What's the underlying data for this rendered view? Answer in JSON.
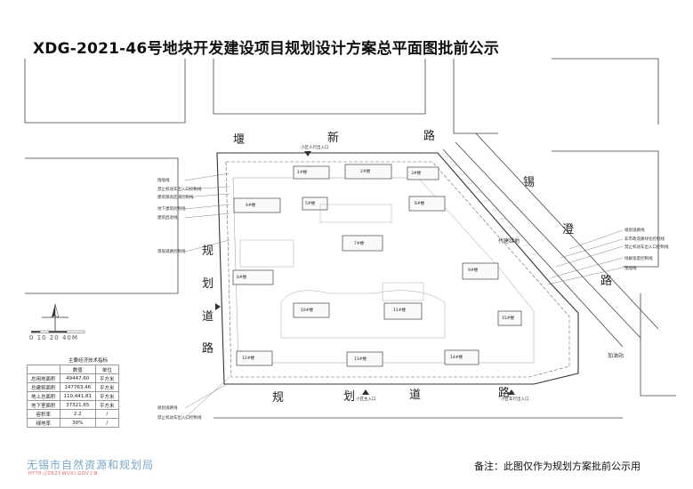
{
  "title": "XDG-2021-46号地块开发建设项目规划设计方案总平面图批前公示",
  "roads": {
    "north_1": "堰",
    "north_2": "新",
    "north_3": "路",
    "east_1": "锡",
    "east_2": "澄",
    "east_3": "路",
    "west_1": "规",
    "west_2": "划",
    "west_3": "道",
    "west_4": "路",
    "south_1": "规",
    "south_2": "划",
    "south_3": "道",
    "south_4": "路"
  },
  "callouts": {
    "green_belt": "代建绿地",
    "gas_station": "加油站",
    "l1": "围墙线",
    "l2": "禁止机动车出入口控制线",
    "l3": "建筑限高区域控制线",
    "l4": "地下建筑控制线",
    "l5": "建筑后退线",
    "l6": "规划道路线",
    "l7": "景观道路控制线",
    "l8": "禁止机动车出入口控制线",
    "r1": "规划道路线",
    "r2": "非市政道路绿化控制线",
    "r3": "禁止机动车出入口控制线",
    "r4": "绿廊宽度控制线",
    "r5": "围墙线",
    "entry_n": "小区人行出入口",
    "entry_s1": "小区主入口",
    "entry_s2": "小区车行出入口"
  },
  "buildings": [
    "1#楼",
    "2#楼",
    "3#楼",
    "4#楼",
    "5#楼",
    "6#楼",
    "7#楼",
    "8#楼",
    "9#楼",
    "10#楼",
    "11#楼",
    "12#楼",
    "13#楼",
    "14#楼",
    "15#楼"
  ],
  "scale_bar": "0 10 20 40M",
  "table": {
    "title": "主要经济技术指标",
    "headers": [
      "",
      "数值",
      "单位"
    ],
    "rows": [
      [
        "总用地面积",
        "49447.60",
        "平方米"
      ],
      [
        "总建筑面积",
        "147763.46",
        "平方米"
      ],
      [
        "地上总面积",
        "110,441.81",
        "平方米"
      ],
      [
        "地下室面积",
        "37321.65",
        "平方米"
      ],
      [
        "容积率",
        "2.2",
        "/"
      ],
      [
        "绿地率",
        "30%",
        "/"
      ]
    ]
  },
  "bureau": {
    "name": "无锡市自然资源和规划局",
    "url": "HTTP://ZRZY.WUXI.GOV.CN"
  },
  "note": "备注：此图仅作为规划方案批前公示用"
}
